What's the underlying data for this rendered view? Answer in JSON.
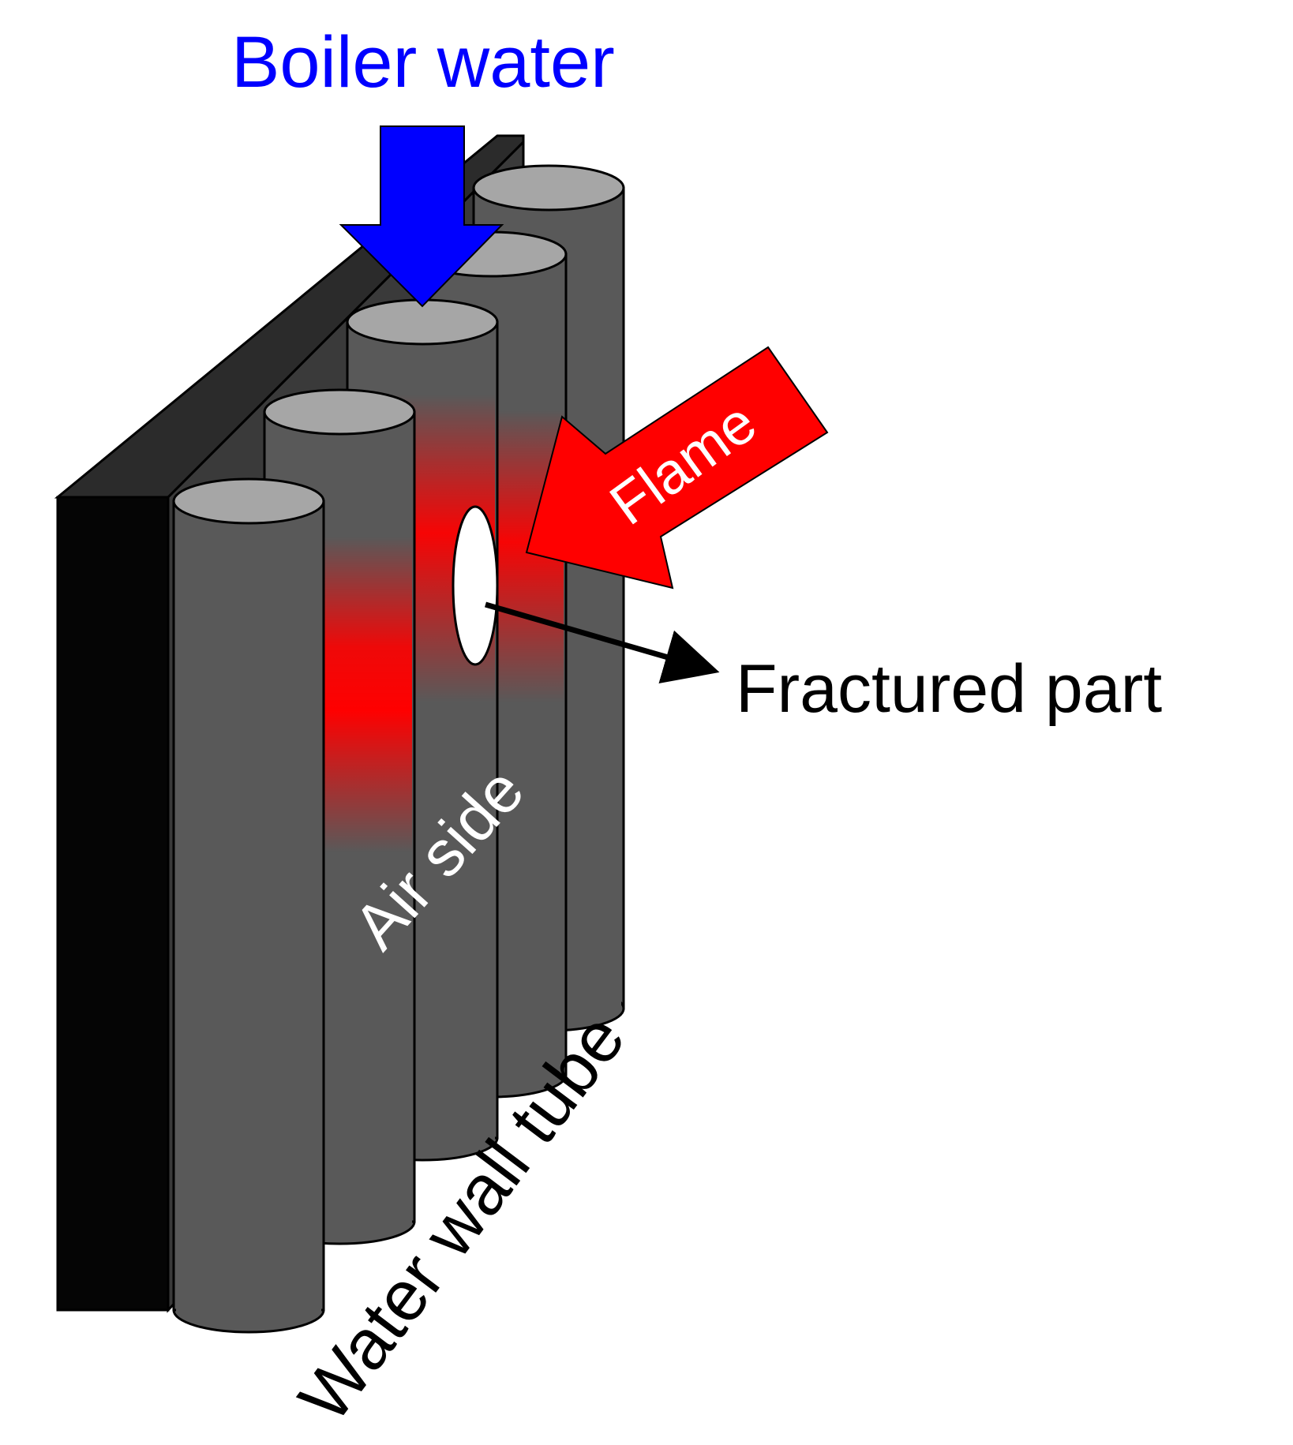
{
  "labels": {
    "boiler_water": "Boiler water",
    "flame": "Flame",
    "fractured_part": "Fractured part",
    "air_side": "Air side",
    "water_wall_tube": "Water wall tube"
  },
  "colors": {
    "background": "#ffffff",
    "wall_front": "#050505",
    "wall_side": "#2b2b2b",
    "tube_body": "#595959",
    "tube_top": "#a6a6a6",
    "heat_zone": "#ff0000",
    "boiler_water_arrow": "#0000ff",
    "boiler_water_text": "#0000ff",
    "flame_arrow": "#ff0000",
    "flame_text": "#ffffff",
    "fracture": "#ffffff",
    "air_side_text": "#ffffff",
    "label_text": "#000000"
  }
}
